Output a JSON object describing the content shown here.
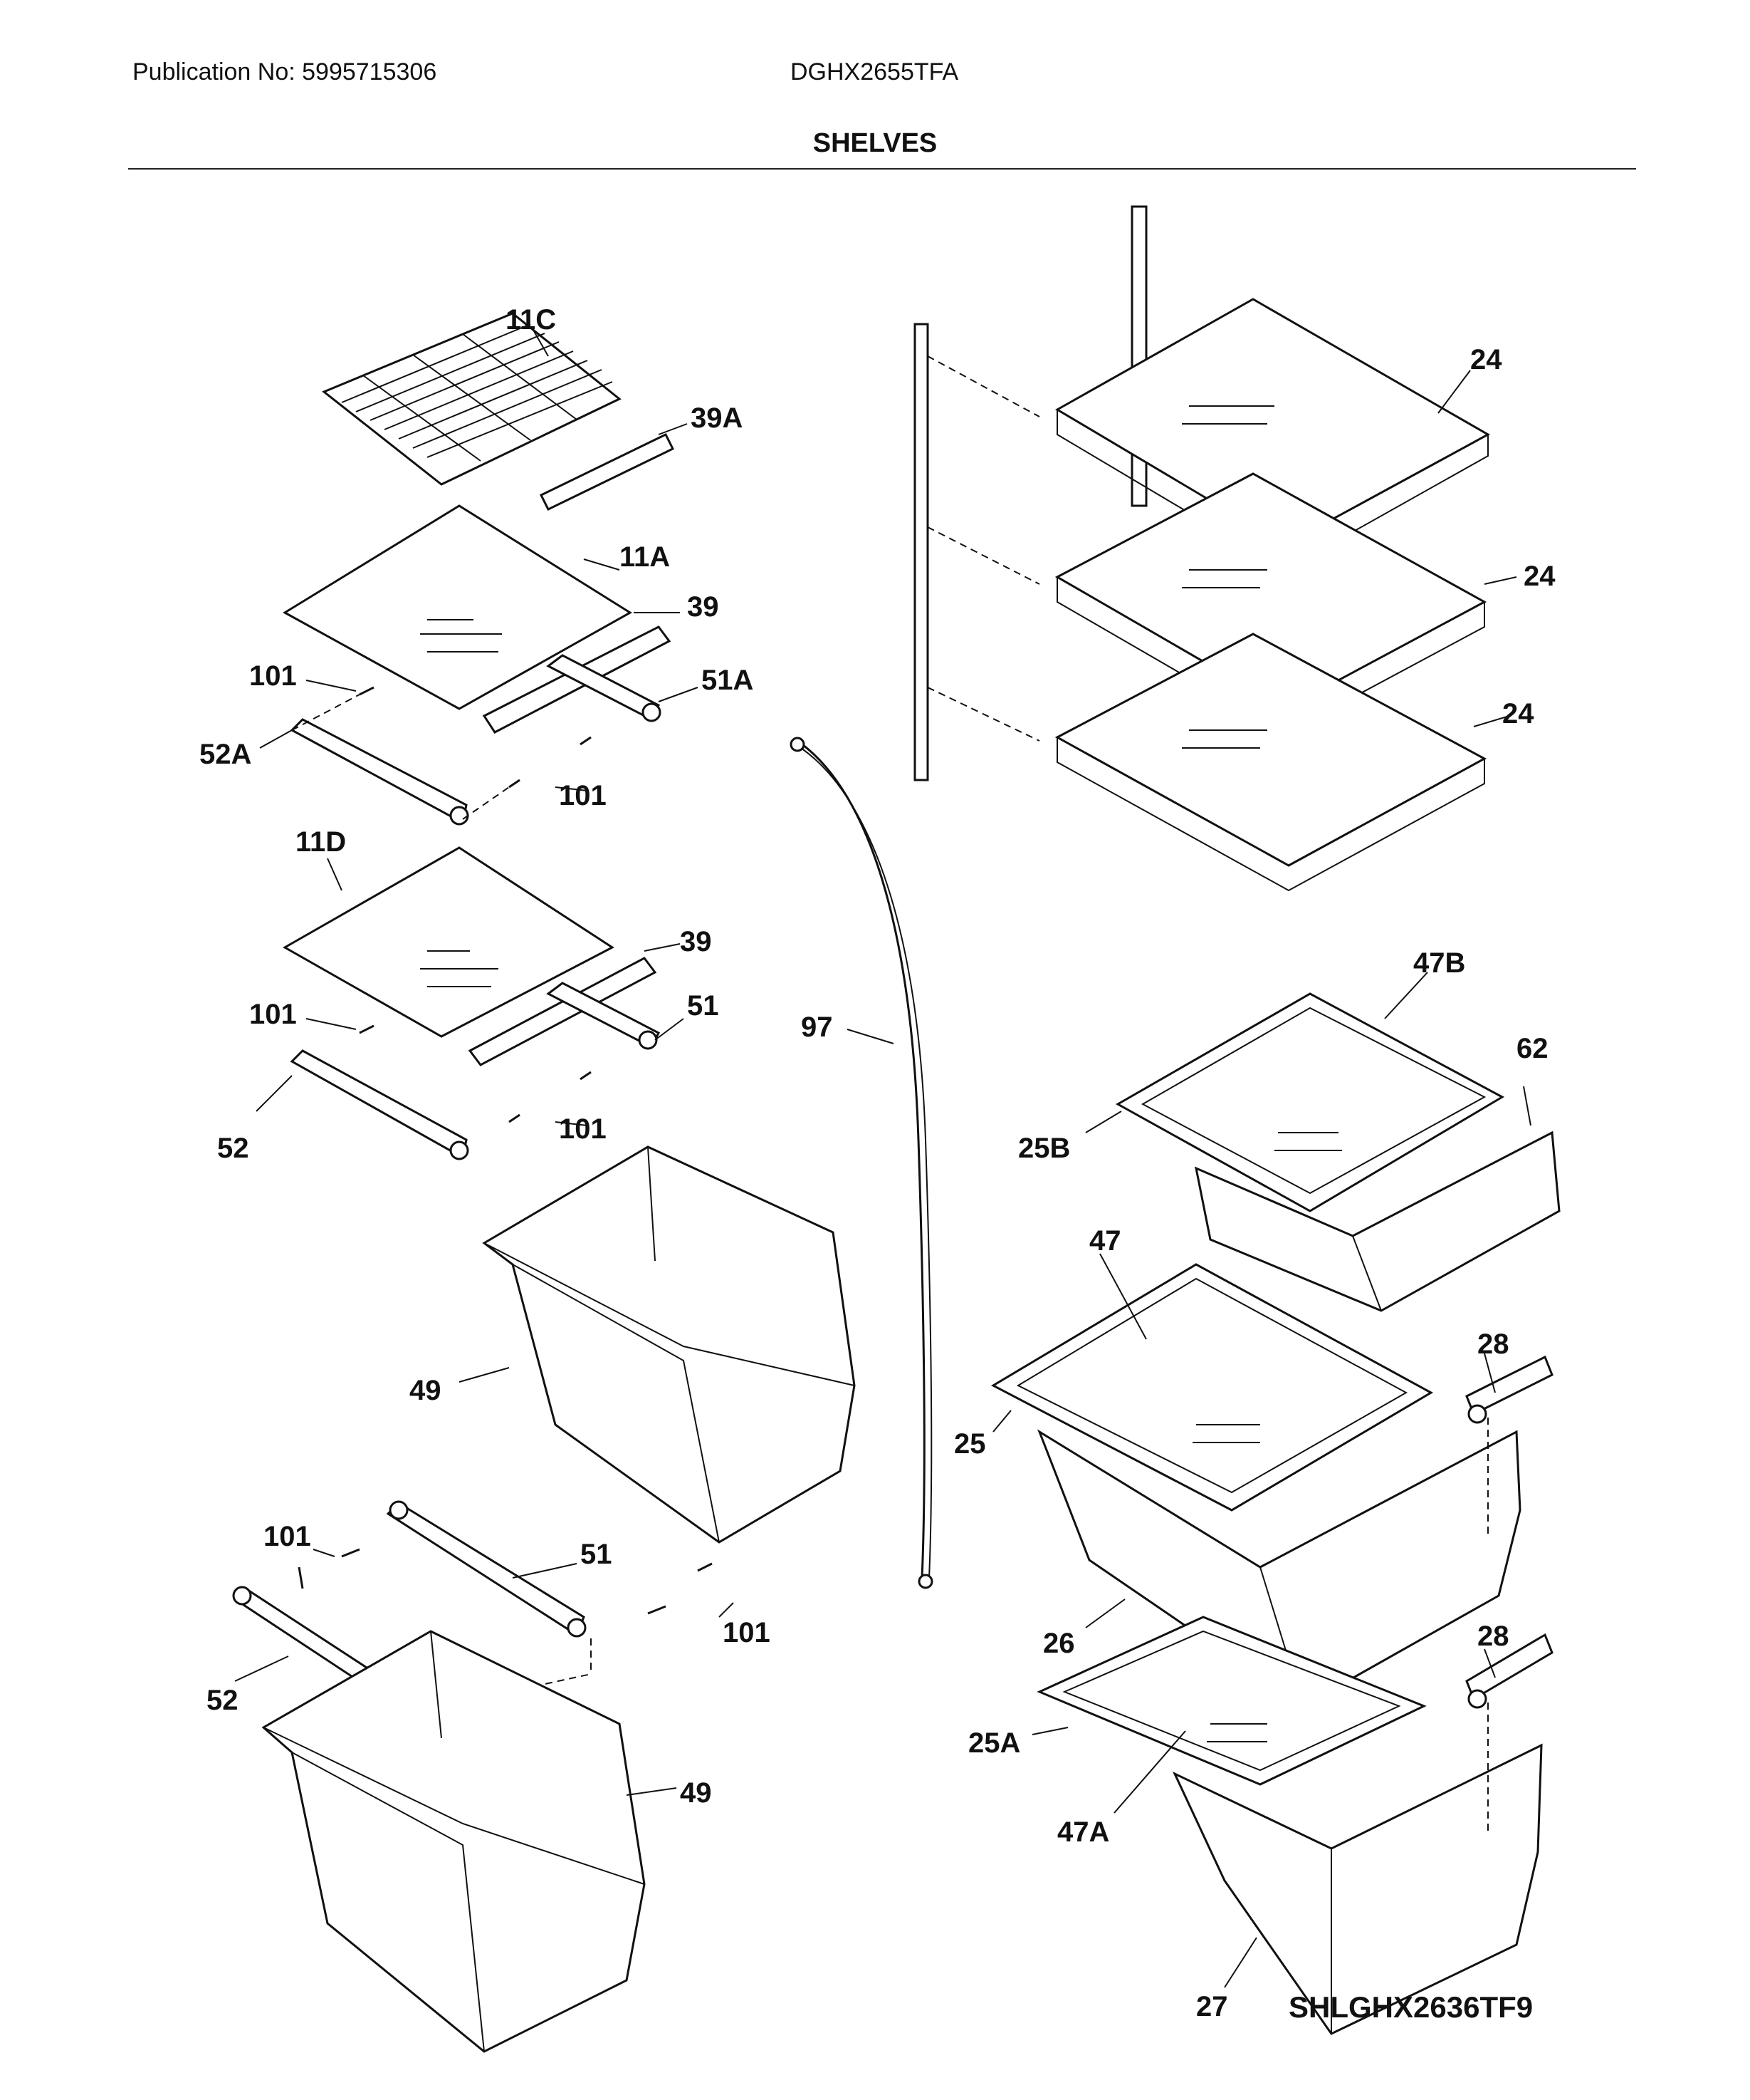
{
  "header": {
    "publication": "Publication No: 5995715306",
    "model": "DGHX2655TFA",
    "title": "SHELVES"
  },
  "labels": {
    "l11c": "11C",
    "l39a": "39A",
    "l11a": "11A",
    "l39_top": "39",
    "l101_a": "101",
    "l51a": "51A",
    "l52a": "52A",
    "l101_b": "101",
    "l11d": "11D",
    "l39_mid": "39",
    "l101_c": "101",
    "l51_mid": "51",
    "l52_mid": "52",
    "l101_d": "101",
    "l49_top": "49",
    "l101_e": "101",
    "l51_low": "51",
    "l101_f": "101",
    "l52_low": "52",
    "l49_low": "49",
    "l97": "97",
    "l24_a": "24",
    "l24_b": "24",
    "l24_c": "24",
    "l47b": "47B",
    "l62": "62",
    "l25b": "25B",
    "l47": "47",
    "l28_a": "28",
    "l25": "25",
    "l26": "26",
    "l28_b": "28",
    "l25a": "25A",
    "l47a": "47A",
    "l27": "27"
  },
  "diagram_code": "SHLGHX2636TF9"
}
